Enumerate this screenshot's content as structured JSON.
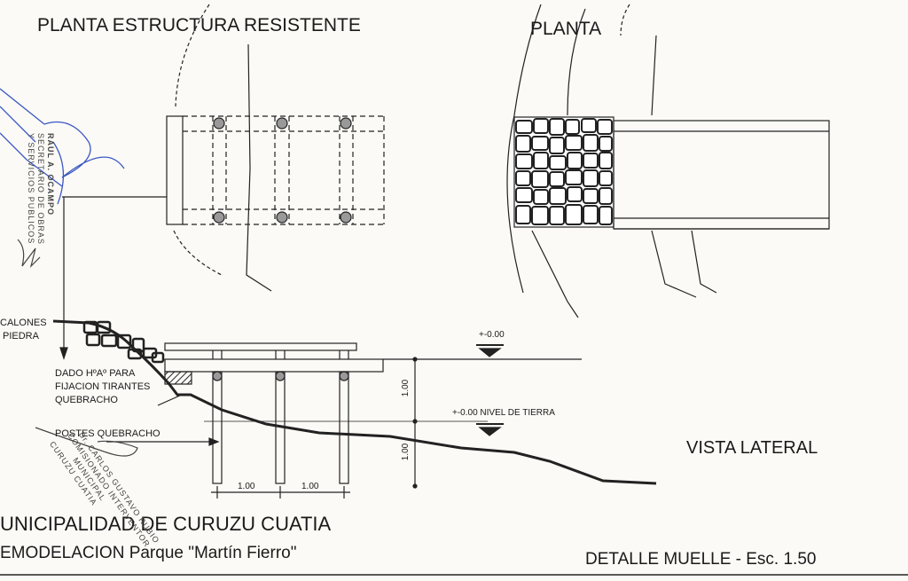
{
  "titles": {
    "plan_structure": "PLANTA ESTRUCTURA RESISTENTE",
    "plan": "PLANTA",
    "side_view": "VISTA LATERAL"
  },
  "labels": {
    "escalones": "CALONES",
    "piedra": "PIEDRA",
    "dado_1": "DADO HºAº PARA",
    "dado_2": "FIJACION TIRANTES",
    "dado_3": "QUEBRACHO",
    "postes": "POSTES QUEBRACHO",
    "level_water": "+-0.00",
    "level_ground": "+-0.00 NIVEL DE TIERRA",
    "dim_v1": "1.00",
    "dim_v2": "1.00",
    "dim_h1": "1.00",
    "dim_h2": "1.00"
  },
  "title_block": {
    "municipality": "UNICIPALIDAD DE CURUZU CUATIA",
    "project": "EMODELACION Parque  \"Martín Fierro\"",
    "sheet": "DETALLE  MUELLE - Esc. 1.50"
  },
  "stamps": {
    "stamp1_line1": "RAUL A. OCAMPO",
    "stamp1_line2": "SECRETARIO DE OBRAS",
    "stamp1_line3": "Y SERVICIOS PUBLICOS",
    "stamp2_line1": "Dr. CARLOS GUSTAVO RUBIO",
    "stamp2_line2": "COMISIONADO INTERVENTOR",
    "stamp2_line3": "MUNICIPAL",
    "stamp2_line4": "CURUZU CUATIA"
  },
  "colors": {
    "ink": "#1a1a1a",
    "signature": "#3b57c4",
    "paper": "#fbfaf6"
  }
}
